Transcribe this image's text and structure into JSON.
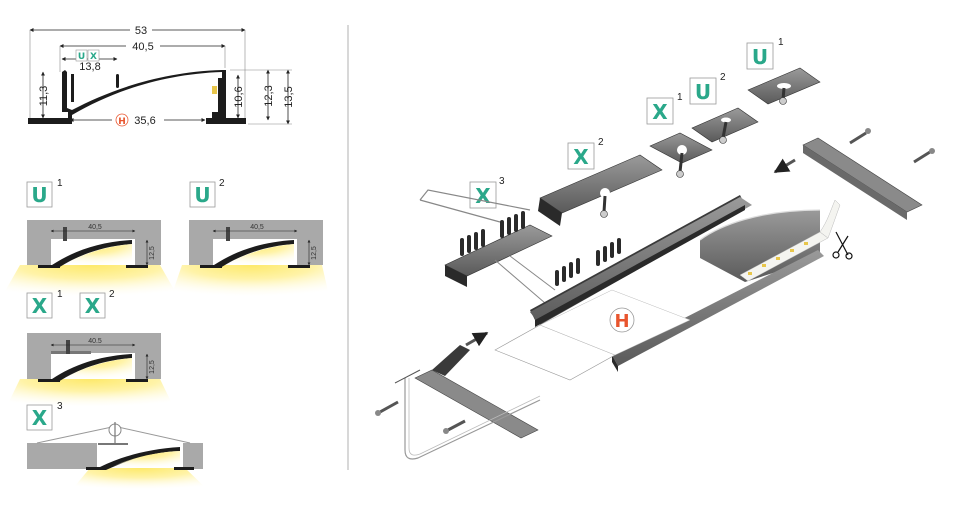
{
  "profile_section": {
    "dimensions": {
      "overall_width": "53",
      "inner_width": "40,5",
      "mount_width": "13,8",
      "diffuser_width": "35,6",
      "left_height": "11,3",
      "led_height": "10,6",
      "inner_height": "12,3",
      "total_height": "13,5"
    },
    "mini_badges": [
      "U",
      "X"
    ],
    "diffuser_symbol": "H"
  },
  "mounting_variants": [
    {
      "badge": "U",
      "superscript": "1",
      "width_label": "40,5",
      "height_label": "12,5"
    },
    {
      "badge": "U",
      "superscript": "2",
      "width_label": "40,5",
      "height_label": "12,5"
    },
    {
      "badges": [
        {
          "badge": "X",
          "superscript": "1"
        },
        {
          "badge": "X",
          "superscript": "2"
        }
      ],
      "width_label": "40.5",
      "height_label": "12,5"
    },
    {
      "badge": "X",
      "superscript": "3"
    }
  ],
  "exploded_view": {
    "labels": [
      {
        "badge": "U",
        "superscript": "1"
      },
      {
        "badge": "U",
        "superscript": "2"
      },
      {
        "badge": "X",
        "superscript": "1"
      },
      {
        "badge": "X",
        "superscript": "2"
      },
      {
        "badge": "X",
        "superscript": "3"
      }
    ],
    "diffuser_symbol": "H",
    "icons": [
      "scissors-icon",
      "arrow-icon",
      "screw-icon"
    ]
  },
  "colors": {
    "badge_green": "#2aa88a",
    "h_orange": "#e8552e",
    "profile_dark": "#1c1c1c",
    "ceiling_gray": "#a9a9a9",
    "light_yellow": "#fff3a8",
    "divider": "#b0b0b0"
  }
}
